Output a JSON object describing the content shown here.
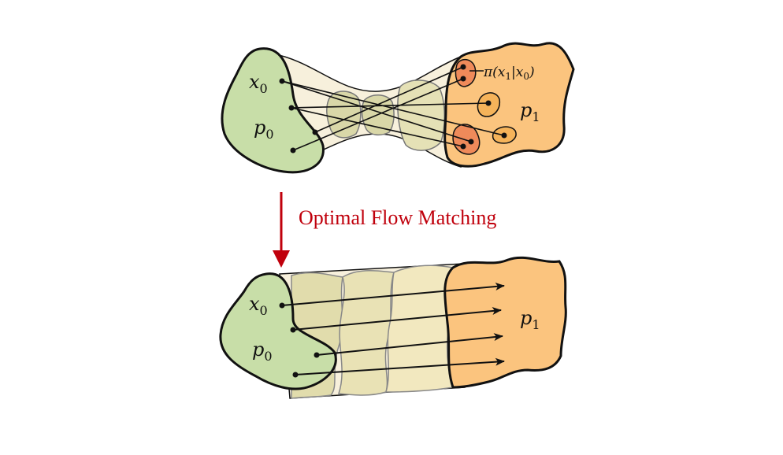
{
  "top": {
    "source_label": "x",
    "source_sub": "0",
    "source_dist_label": "p",
    "source_dist_sub": "0",
    "target_dist_label": "p",
    "target_dist_sub": "1",
    "coupling_label": "π(x",
    "coupling_sub1": "1",
    "coupling_mid": "|x",
    "coupling_sub2": "0",
    "coupling_end": ")"
  },
  "arrow": {
    "label": "Optimal Flow Matching",
    "color": "#c0000c"
  },
  "bottom": {
    "source_label": "x",
    "source_sub": "0",
    "source_dist_label": "p",
    "source_dist_sub": "0",
    "target_dist_label": "p",
    "target_dist_sub": "1"
  },
  "colors": {
    "source_fill": "#c8dea8",
    "target_fill": "#fbc47e",
    "ellipse_dark": "#ef8a5a",
    "ellipse_light": "#f5b35a",
    "tube_fill": "#f7f0dc",
    "blob_fill": "#d9d7a8"
  }
}
